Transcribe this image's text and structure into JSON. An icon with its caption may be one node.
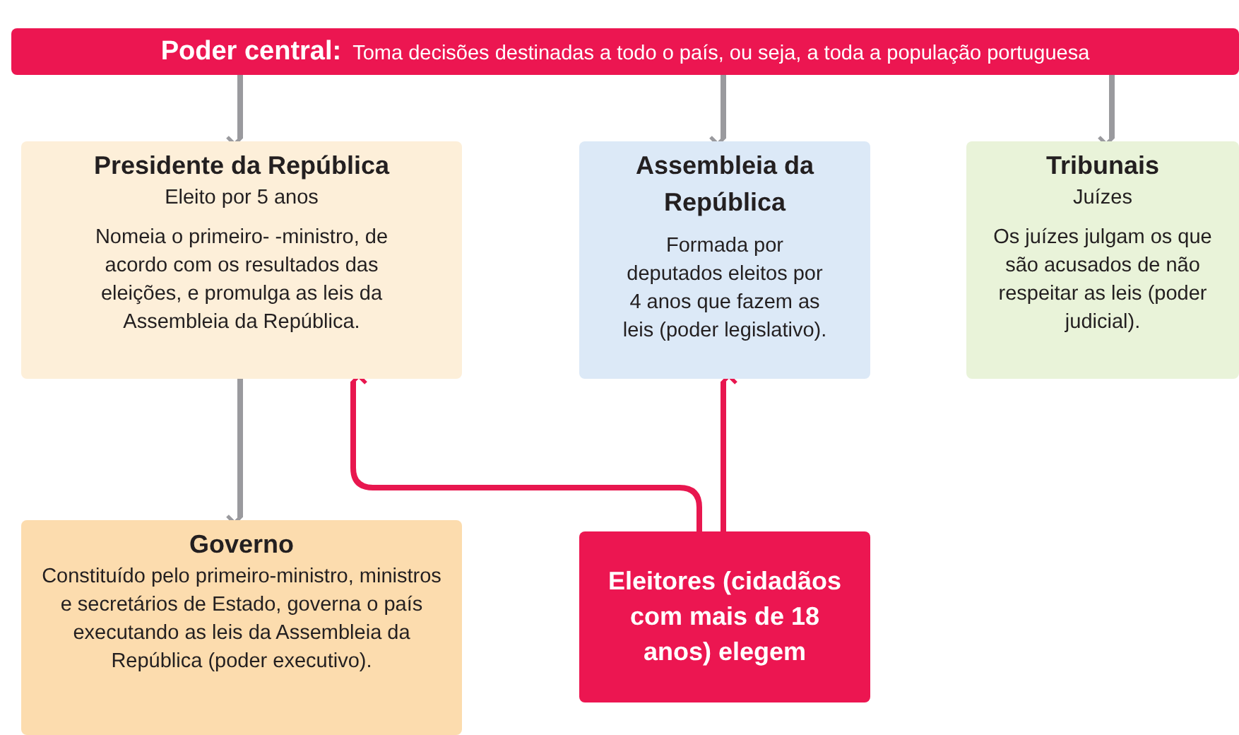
{
  "diagram": {
    "nodes": [
      {
        "text": [
          "Poder central:",
          "Toma decisões destinadas a todo o país, ou seja, a toda a população portuguesa"
        ]
      },
      {
        "text": [
          "Presidente da República",
          "Eleito por 5 anos",
          "Nomeia o primeiro- -ministro, de acordo com os resultados das eleições, e promulga as leis da Assembleia da República."
        ]
      },
      {
        "text": [
          "Assembleia da República",
          "Formada por deputados eleitos por 4 anos que fazem as leis (poder legislativo)."
        ]
      },
      {
        "text": [
          "Tribunais",
          "Juízes",
          "Os juízes julgam os que são acusados de não respeitar as leis (poder judicial)."
        ]
      },
      {
        "text": [
          "Governo",
          "Constituído pelo primeiro-ministro, ministros e secretários de Estado, governa o país executando as leis da Assembleia da República (poder executivo)."
        ]
      },
      {
        "text": [
          "Eleitores (cidadãos com mais de 18 anos) elegem"
        ]
      }
    ],
    "edges": [
      {
        "from": 0,
        "to": 1,
        "arrow": "to"
      },
      {
        "from": 0,
        "to": 2,
        "arrow": "to"
      },
      {
        "from": 0,
        "to": 3,
        "arrow": "to"
      },
      {
        "from": 1,
        "to": 4,
        "arrow": "to"
      },
      {
        "from": 5,
        "to": 1,
        "arrow": "to",
        "color": "#e8174f"
      },
      {
        "from": 5,
        "to": 2,
        "arrow": "to",
        "color": "#e8174f"
      }
    ]
  }
}
